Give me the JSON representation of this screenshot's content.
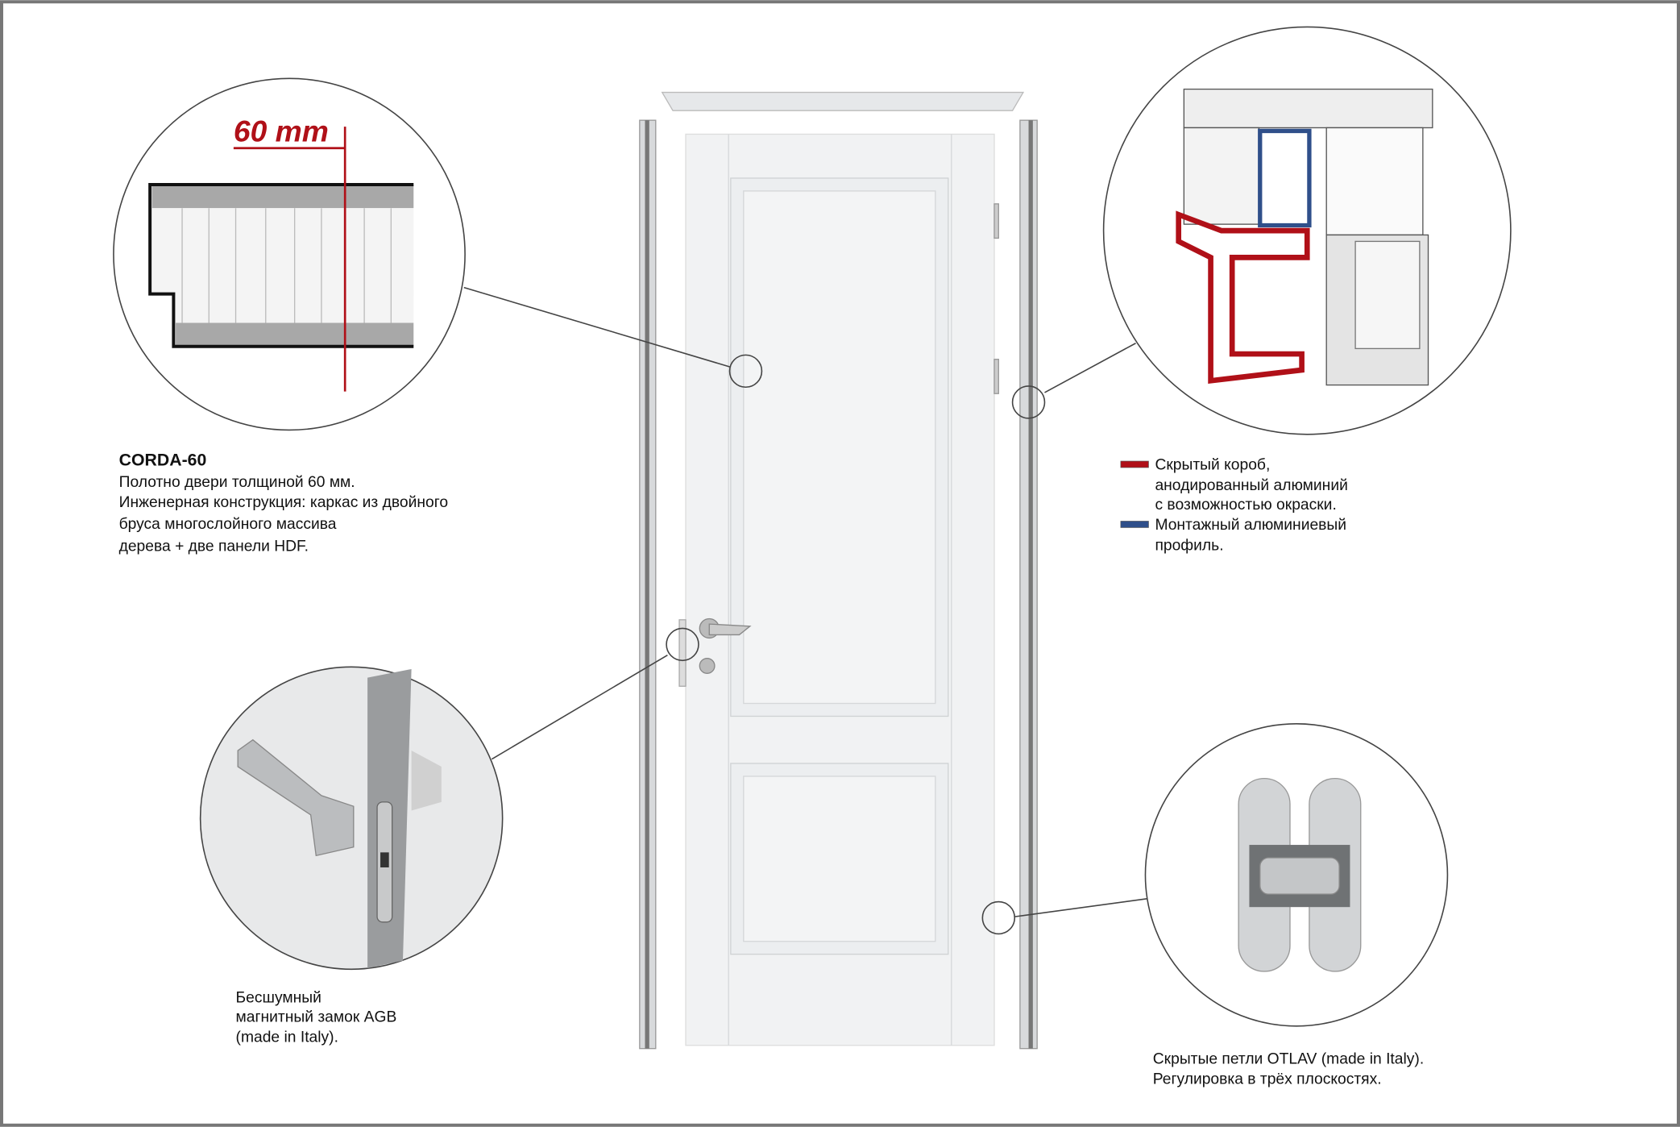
{
  "dimension_label": "60 mm",
  "corda": {
    "title": "CORDA-60",
    "lines": [
      "Полотно двери толщиной 60 мм.",
      "Инженерная конструкция: каркас из двойного",
      "бруса многослойного массива",
      "дерева + две панели HDF."
    ]
  },
  "legend": {
    "items": [
      {
        "color": "#b01018",
        "lines": [
          "Скрытый короб,",
          "анодированный алюминий",
          "с возможностью окраски."
        ]
      },
      {
        "color": "#2f4f8a",
        "lines": [
          "Монтажный алюминиевый",
          "профиль."
        ]
      }
    ]
  },
  "lock": {
    "lines": [
      "Бесшумный",
      "магнитный замок AGB",
      "(made in Italy)."
    ]
  },
  "hinges": {
    "lines": [
      "Скрытые петли OTLAV (made in Italy).",
      "Регулировка в трёх плоскостях."
    ]
  }
}
